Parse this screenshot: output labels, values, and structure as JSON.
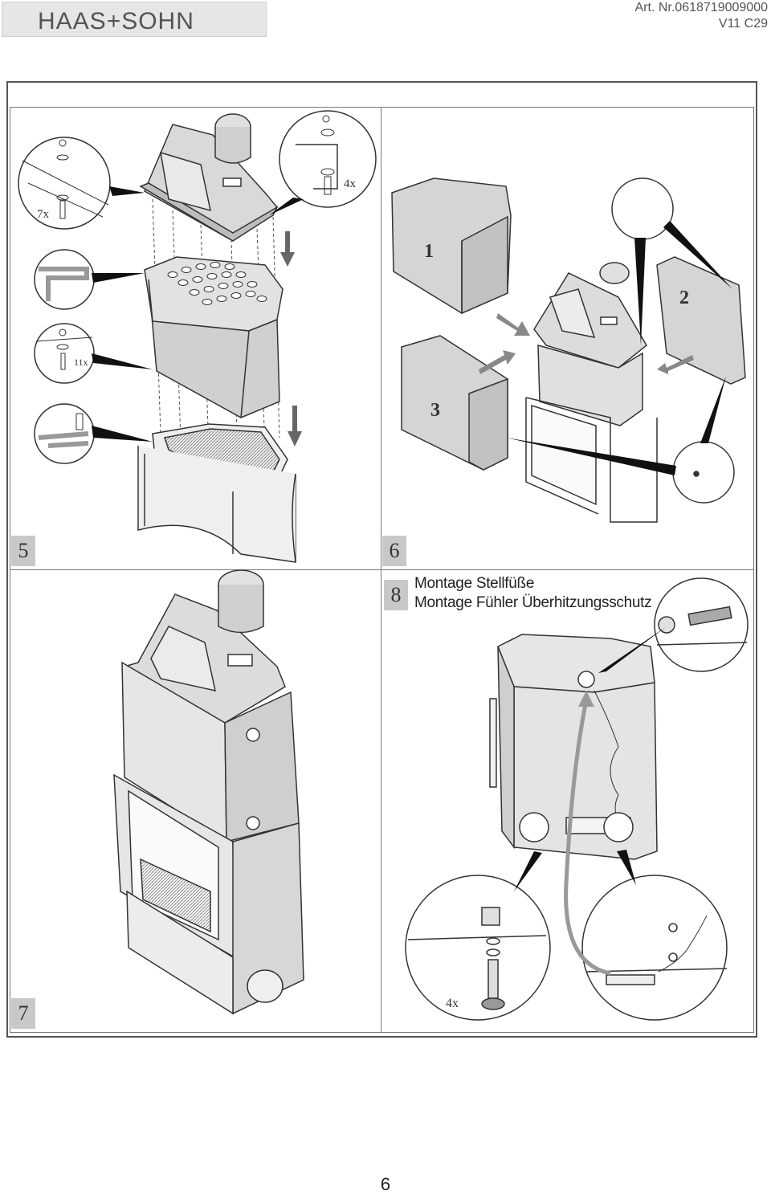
{
  "header": {
    "logo_text": "HAAS+SOHN",
    "art_nr": "Art. Nr.0618719009000",
    "version": "V11 C29"
  },
  "steps": [
    {
      "number": "5",
      "callouts": [
        "7x",
        "4x",
        "11x"
      ]
    },
    {
      "number": "6",
      "parts": [
        "1",
        "2",
        "3"
      ]
    },
    {
      "number": "7"
    },
    {
      "number": "8",
      "caption_line1": "Montage Stellfüße",
      "caption_line2": "Montage Fühler Überhitzungsschutz",
      "callouts": [
        "4x"
      ]
    }
  ],
  "footer": {
    "page_number": "6"
  }
}
